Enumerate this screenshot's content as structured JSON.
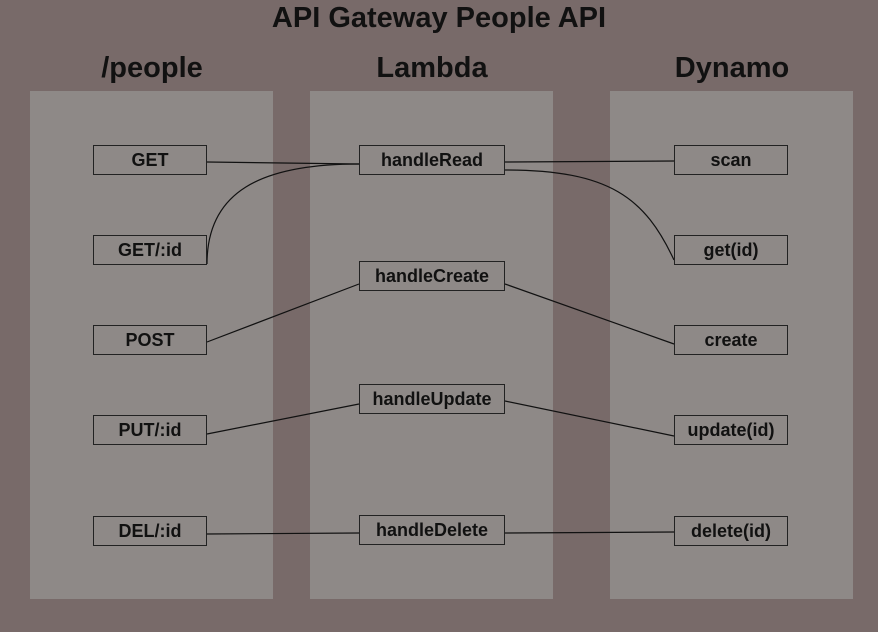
{
  "title": "API Gateway People API",
  "columns": {
    "routes": "/people",
    "lambda": "Lambda",
    "dynamo": "Dynamo"
  },
  "routes": [
    "GET",
    "GET/:id",
    "POST",
    "PUT/:id",
    "DEL/:id"
  ],
  "handlers": [
    "handleRead",
    "handleCreate",
    "handleUpdate",
    "handleDelete"
  ],
  "operations": [
    "scan",
    "get(id)",
    "create",
    "update(id)",
    "delete(id)"
  ],
  "colors": {
    "background": "#786a69",
    "lane": "#8e8987",
    "stroke": "#111111"
  }
}
